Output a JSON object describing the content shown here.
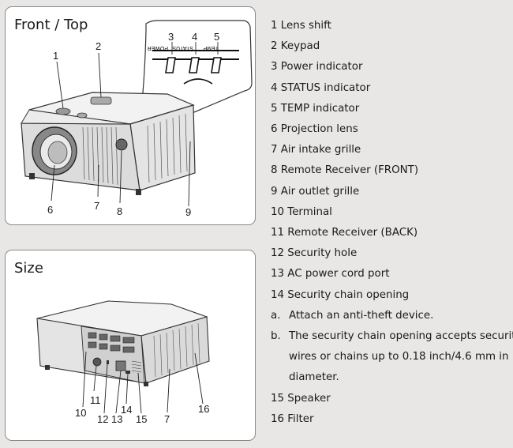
{
  "front_panel": {
    "title": "Front / Top",
    "callouts": [
      "1",
      "2",
      "3",
      "4",
      "5",
      "6",
      "7",
      "8",
      "9"
    ],
    "zoom_labels": [
      "TEMP",
      "STATUS",
      "POWER"
    ]
  },
  "size_panel": {
    "title": "Size",
    "callouts": [
      "10",
      "11",
      "12",
      "13",
      "14",
      "15",
      "7",
      "16"
    ]
  },
  "legend": {
    "items": [
      "1 Lens shift",
      "2 Keypad",
      "3 Power indicator",
      "4 STATUS indicator",
      "5 TEMP indicator",
      "6 Projection lens",
      "7 Air intake grille",
      "8 Remote Receiver (FRONT)",
      "9 Air outlet grille",
      "10 Terminal",
      "11 Remote Receiver (BACK)",
      "12 Security hole",
      "13 AC power cord port",
      "14 Security chain opening"
    ],
    "note_a": {
      "marker": "a.",
      "text": "Attach an anti-theft device."
    },
    "note_b": {
      "marker": "b.",
      "lines": [
        "The security chain opening accepts security",
        "wires or chains up to 0.18 inch/4.6 mm in",
        "diameter."
      ]
    },
    "items_after": [
      "15 Speaker",
      "16 Filter"
    ]
  }
}
